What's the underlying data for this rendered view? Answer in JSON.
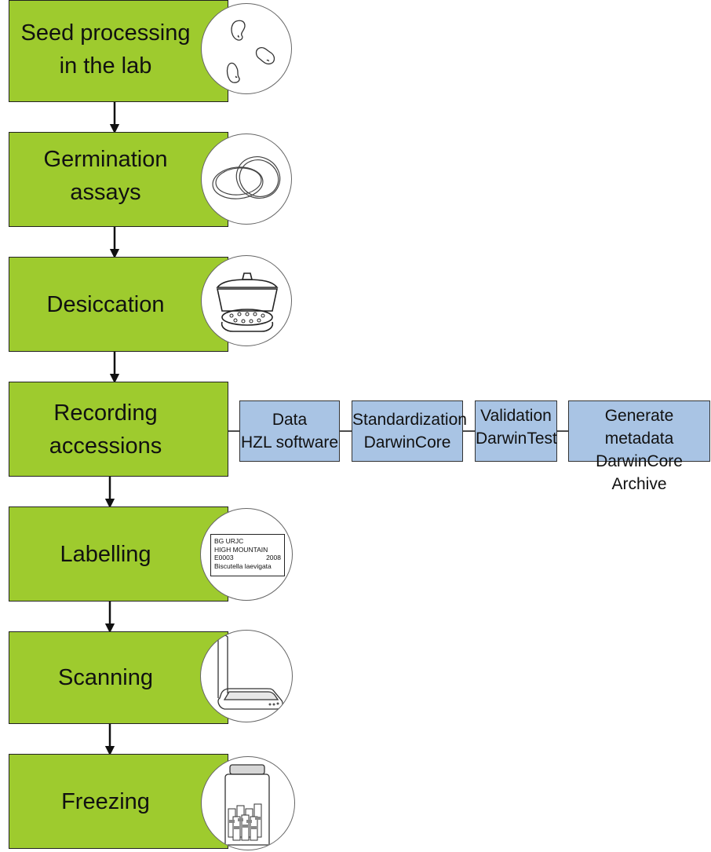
{
  "steps": [
    {
      "id": "seed",
      "label": "Seed processing\nin the lab",
      "icon": "seeds-icon"
    },
    {
      "id": "germination",
      "label": "Germination\nassays",
      "icon": "petri-dish-icon"
    },
    {
      "id": "desiccation",
      "label": "Desiccation",
      "icon": "desiccator-icon"
    },
    {
      "id": "recording",
      "label": "Recording\naccessions",
      "icon": null
    },
    {
      "id": "labelling",
      "label": "Labelling",
      "icon": "label-card-icon"
    },
    {
      "id": "scanning",
      "label": "Scanning",
      "icon": "scanner-icon"
    },
    {
      "id": "freezing",
      "label": "Freezing",
      "icon": "jar-icon"
    }
  ],
  "data_flow": [
    {
      "line1": "Data",
      "line2": "HZL software"
    },
    {
      "line1": "Standardization",
      "line2": "DarwinCore"
    },
    {
      "line1": "Validation",
      "line2": "DarwinTest"
    },
    {
      "line1": "Generate metadata",
      "line2": "DarwinCore Archive"
    }
  ],
  "label_card": {
    "line1": "BG URJC",
    "line2": "HIGH MOUNTAIN",
    "code": "E0003",
    "year": "2008",
    "species": "Biscutella laevigata"
  },
  "colors": {
    "step_fill": "#9ecb2e",
    "data_box_fill": "#a9c4e4",
    "outline": "#222222"
  }
}
